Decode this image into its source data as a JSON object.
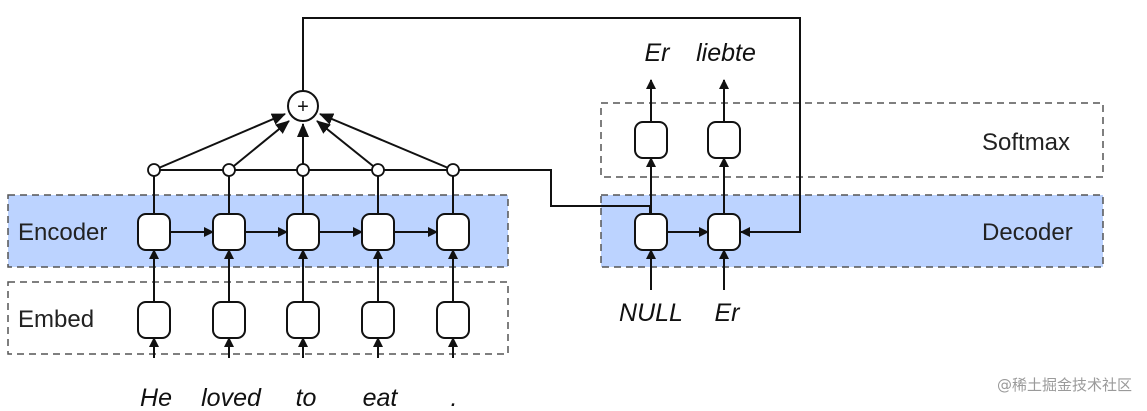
{
  "labels": {
    "encoder": "Encoder",
    "embed": "Embed",
    "softmax": "Softmax",
    "decoder": "Decoder",
    "plus": "+"
  },
  "input_words": [
    "He",
    "loved",
    "to",
    "eat",
    "."
  ],
  "decoder_inputs": [
    "NULL",
    "Er"
  ],
  "decoder_outputs": [
    "Er",
    "liebte"
  ],
  "watermark": "@稀土掘金技术社区",
  "colors": {
    "band_fill": "#bcd3ff",
    "line": "#111111"
  }
}
